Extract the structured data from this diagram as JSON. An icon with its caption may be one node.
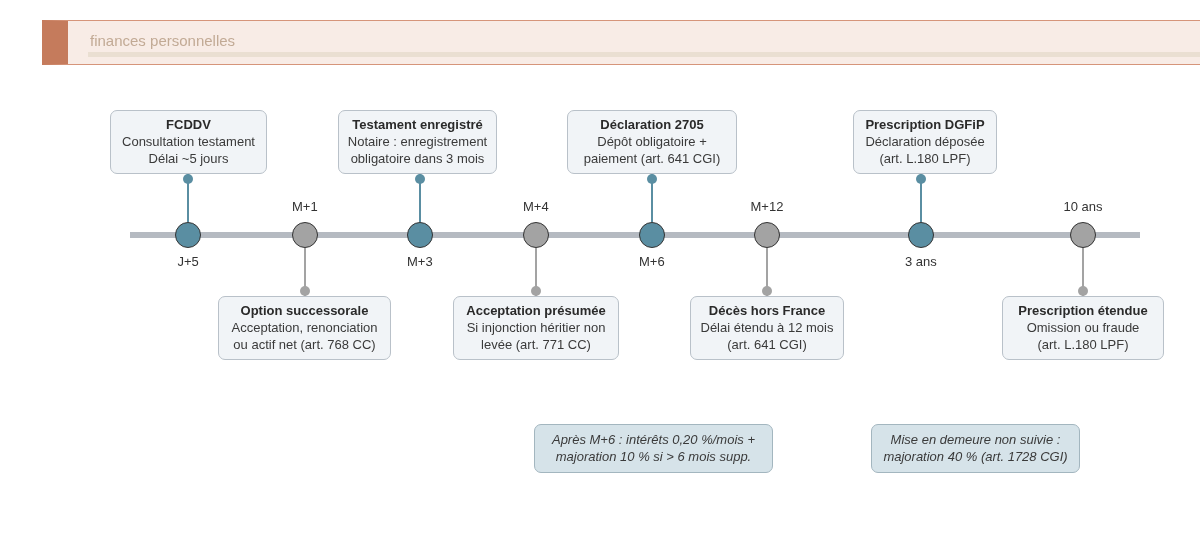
{
  "diagram": {
    "nodes": [
      {
        "text": [
          "FCDDV",
          "Consultation testament",
          "Délai ~5 jours"
        ]
      },
      {
        "text": [
          "Testament enregistré",
          "Notaire : enregistrement obligatoire dans 3 mois"
        ]
      },
      {
        "text": [
          "Déclaration 2705",
          "Dépôt obligatoire + paiement (art. 641 CGI)"
        ]
      },
      {
        "text": [
          "Prescription DGFiP",
          "Déclaration déposée (art. L.180 LPF)"
        ]
      },
      {
        "text": [],
        "shape": "circle",
        "beside": [
          "J+5"
        ]
      },
      {
        "text": [],
        "shape": "circle",
        "beside": [
          "M+1"
        ]
      },
      {
        "text": [],
        "shape": "circle",
        "beside": [
          "M+3"
        ]
      },
      {
        "text": [],
        "shape": "circle",
        "beside": [
          "M+4"
        ]
      },
      {
        "text": [],
        "shape": "circle",
        "beside": [
          "M+6"
        ]
      },
      {
        "text": [],
        "shape": "circle",
        "beside": [
          "M+12"
        ]
      },
      {
        "text": [],
        "shape": "circle",
        "beside": [
          "3 ans"
        ]
      },
      {
        "text": [],
        "shape": "circle",
        "beside": [
          "10 ans"
        ]
      },
      {
        "text": [
          "Option successorale",
          "Acceptation, renonciation ou actif net (art. 768 CC)"
        ]
      },
      {
        "text": [
          "Acceptation présumée",
          "Si injonction héritier non levée (art. 771 CC)"
        ]
      },
      {
        "text": [
          "Décès hors France",
          "Délai étendu à 12 mois (art. 641 CGI)"
        ]
      },
      {
        "text": [
          "Prescription étendue",
          "Omission ou fraude (art. L.180 LPF)"
        ]
      },
      {
        "text": [
          "Après M+6 : intérêts 0,20 %/mois + majoration 10 % si > 6 mois supp."
        ]
      },
      {
        "text": [
          "Mise en demeure non suivie : majoration 40 % (art. 1728 CGI)"
        ]
      }
    ],
    "edges": [
      {
        "from": 4,
        "to": 0,
        "arrow": "other",
        "color": "#5a8ea2"
      },
      {
        "from": 5,
        "to": 12,
        "arrow": "other",
        "color": "#a3a3a3"
      },
      {
        "from": 6,
        "to": 1,
        "arrow": "other",
        "color": "#5a8ea2"
      },
      {
        "from": 7,
        "to": 13,
        "arrow": "other",
        "color": "#a3a3a3"
      },
      {
        "from": 8,
        "to": 2,
        "arrow": "other",
        "color": "#5a8ea2"
      },
      {
        "from": 9,
        "to": 14,
        "arrow": "other",
        "color": "#a3a3a3"
      },
      {
        "from": 10,
        "to": 3,
        "arrow": "other",
        "color": "#5a8ea2"
      },
      {
        "from": 11,
        "to": 15,
        "arrow": "other",
        "color": "#a3a3a3"
      }
    ],
    "labels": [
      "finances personnelles"
    ]
  }
}
